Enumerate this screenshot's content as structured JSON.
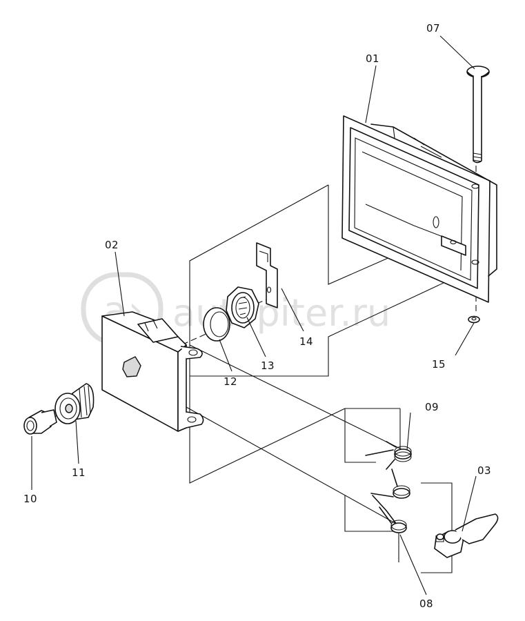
{
  "watermark": {
    "text": "autopiter.ru"
  },
  "parts": [
    {
      "id": "p01",
      "label": "01"
    },
    {
      "id": "p02",
      "label": "02"
    },
    {
      "id": "p03",
      "label": "03"
    },
    {
      "id": "p07",
      "label": "07"
    },
    {
      "id": "p08",
      "label": "08"
    },
    {
      "id": "p09",
      "label": "09"
    },
    {
      "id": "p10",
      "label": "10"
    },
    {
      "id": "p11",
      "label": "11"
    },
    {
      "id": "p12",
      "label": "12"
    },
    {
      "id": "p13",
      "label": "13"
    },
    {
      "id": "p14",
      "label": "14"
    },
    {
      "id": "p15",
      "label": "15"
    }
  ]
}
